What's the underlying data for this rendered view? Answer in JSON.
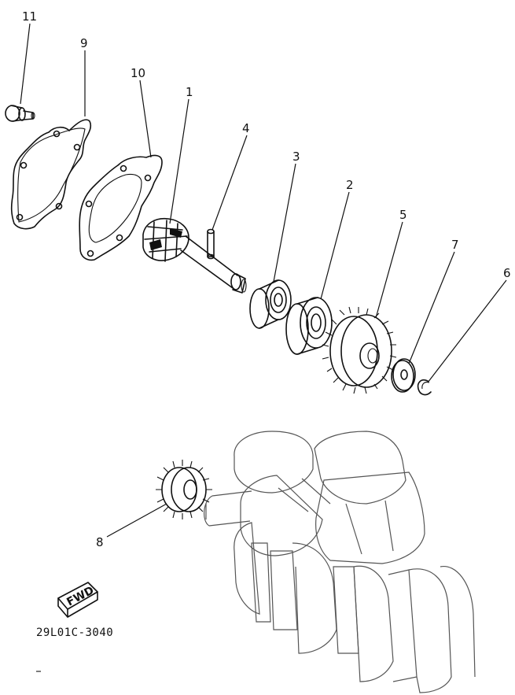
{
  "diagram": {
    "part_code": "29L01C-3040",
    "fwd_label": "FWD",
    "callouts": [
      {
        "id": "callout-11",
        "label": "11"
      },
      {
        "id": "callout-9",
        "label": "9"
      },
      {
        "id": "callout-10",
        "label": "10"
      },
      {
        "id": "callout-1",
        "label": "1"
      },
      {
        "id": "callout-4",
        "label": "4"
      },
      {
        "id": "callout-3",
        "label": "3"
      },
      {
        "id": "callout-2",
        "label": "2"
      },
      {
        "id": "callout-5",
        "label": "5"
      },
      {
        "id": "callout-7",
        "label": "7"
      },
      {
        "id": "callout-6",
        "label": "6"
      },
      {
        "id": "callout-8",
        "label": "8"
      }
    ]
  }
}
